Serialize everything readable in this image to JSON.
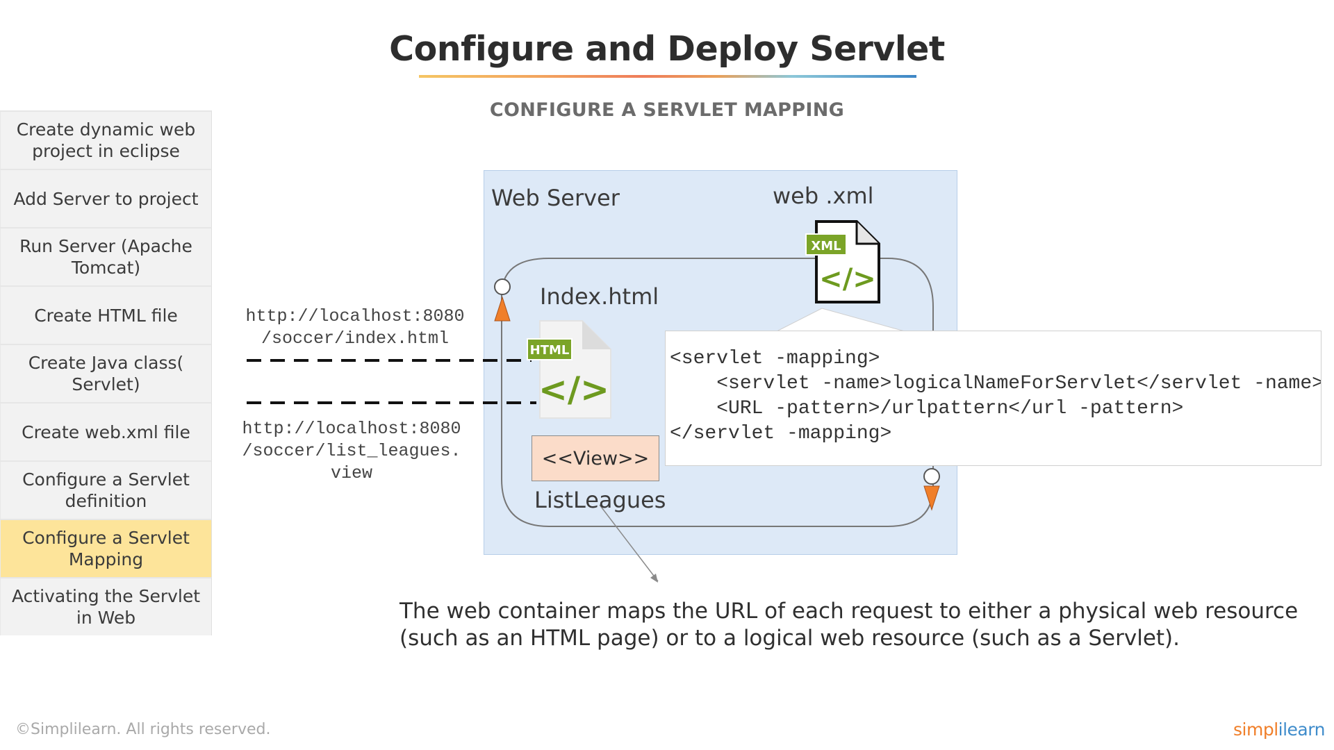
{
  "title": "Configure and Deploy Servlet",
  "subtitle": "CONFIGURE A SERVLET MAPPING",
  "sidebar": {
    "items": [
      {
        "label": "Create dynamic web project in eclipse",
        "active": false
      },
      {
        "label": "Add Server to project",
        "active": false
      },
      {
        "label": "Run Server (Apache Tomcat)",
        "active": false
      },
      {
        "label": "Create HTML file",
        "active": false
      },
      {
        "label": "Create Java class( Servlet)",
        "active": false
      },
      {
        "label": "Create web.xml file",
        "active": false
      },
      {
        "label": "Configure a Servlet definition",
        "active": false
      },
      {
        "label": "Configure a Servlet Mapping",
        "active": true
      },
      {
        "label": "Activating the Servlet in Web",
        "active": false
      }
    ],
    "active_color": "#fde49a"
  },
  "diagram": {
    "web_server_label": "Web Server",
    "webxml_label": "web .xml",
    "index_label": "Index.html",
    "view_label": "<<View>>",
    "listleagues_label": "ListLeagues",
    "html_icon_badge": "HTML",
    "xml_icon_badge": "XML",
    "icon_glyph": "</>",
    "url1": [
      "http://localhost:8080",
      "/soccer/index.html"
    ],
    "url2": [
      "http://localhost:8080",
      "/soccer/list_leagues.",
      "view"
    ],
    "code_lines": [
      "<servlet -mapping>",
      "    <servlet -name>logicalNameForServlet</servlet -name>",
      "    <URL -pattern>/urlpattern</url -pattern>",
      "</servlet -mapping>"
    ],
    "colors": {
      "server_bg": "#dde9f7",
      "view_bg": "#fbdcc9",
      "arrow": "#f07f2a",
      "icon_green": "#7ba428"
    }
  },
  "description": "The web container maps the URL of each request to either a physical web resource (such as an HTML page) or to a logical web resource (such as a Servlet).",
  "footer": {
    "copyright": "©Simplilearn. All rights reserved.",
    "logo_part1": "simpl",
    "logo_part2": "ilearn"
  }
}
